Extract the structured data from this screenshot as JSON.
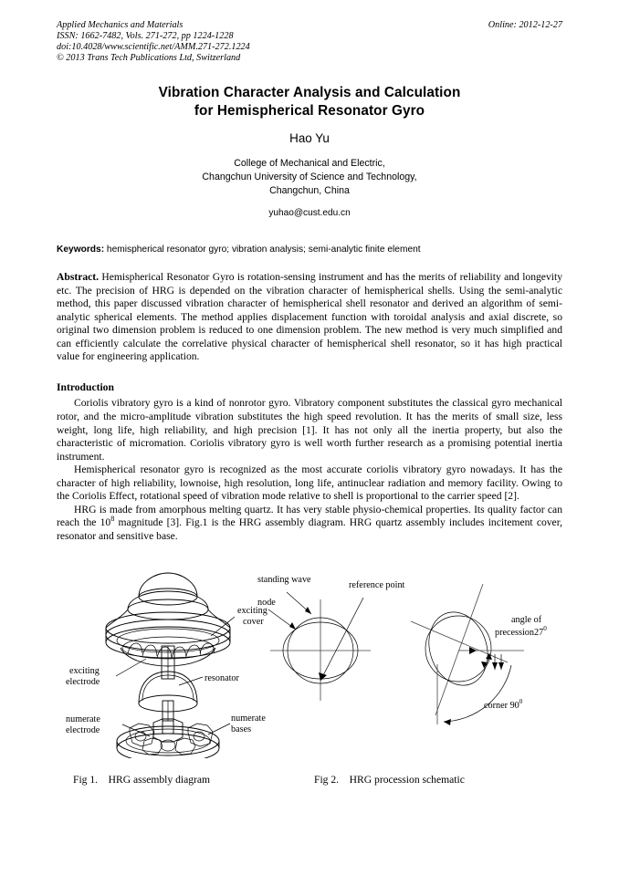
{
  "masthead": {
    "journal": "Applied Mechanics and Materials",
    "issn_line": "ISSN: 1662-7482, Vols. 271-272, pp 1224-1228",
    "doi_line": "doi:10.4028/www.scientific.net/AMM.271-272.1224",
    "copyright_line": "© 2013 Trans Tech Publications Ltd, Switzerland",
    "online": "Online: 2012-12-27"
  },
  "title": {
    "line1": "Vibration Character Analysis and Calculation",
    "line2": "for Hemispherical Resonator Gyro"
  },
  "author": "Hao Yu",
  "affiliation": {
    "line1": "College of Mechanical and Electric,",
    "line2": "Changchun University of Science and Technology,",
    "line3": "Changchun, China"
  },
  "email": "yuhao@cust.edu.cn",
  "keywords": {
    "label": "Keywords:",
    "text": " hemispherical resonator gyro; vibration analysis; semi-analytic finite element"
  },
  "abstract": {
    "label": "Abstract.",
    "text": " Hemispherical Resonator Gyro is rotation-sensing instrument and has the merits of reliability and longevity etc. The precision of HRG is depended on the vibration character of hemispherical shells. Using the semi-analytic method, this paper discussed vibration character of hemispherical shell resonator and derived an algorithm of semi-analytic spherical elements. The method applies displacement function with toroidal analysis and axial discrete, so original two dimension problem is reduced to one dimension problem. The new method is very much simplified and can efficiently calculate the correlative physical character of hemispherical shell resonator, so it has high practical value for engineering application."
  },
  "introduction": {
    "heading": "Introduction",
    "paragraph1": "Coriolis vibratory gyro is a kind of nonrotor gyro. Vibratory component substitutes the classical gyro mechanical rotor, and the micro-amplitude vibration substitutes the high speed revolution. It has the merits of small size, less weight, long life, high reliability, and high precision [1]. It has not only all the inertia property, but also the characteristic of micromation. Coriolis vibratory gyro is well worth further research as a promising potential inertia instrument.",
    "paragraph2": "Hemispherical resonator gyro is recognized as the most accurate coriolis vibratory gyro nowadays. It has the character of high reliability, lownoise, high resolution, long life, antinuclear radiation and memory facility. Owing to the Coriolis Effect, rotational speed of vibration mode relative to shell is proportional to the carrier speed [2].",
    "paragraph3_a": "HRG is made from amorphous melting quartz. It has very stable physio-chemical properties. Its quality factor can reach the 10",
    "paragraph3_sup": "8",
    "paragraph3_b": " magnitude [3]. Fig.1 is the HRG assembly diagram. HRG quartz assembly includes incitement cover, resonator and sensitive base."
  },
  "figure1": {
    "caption": "Fig 1.    HRG assembly diagram",
    "labels": {
      "exciting_cover_l1": "exciting",
      "exciting_cover_l2": "cover",
      "exciting_electrode_l1": "exciting",
      "exciting_electrode_l2": "electrode",
      "resonator": "resonator",
      "numerate_electrode_l1": "numerate",
      "numerate_electrode_l2": "electrode",
      "numerate_bases_l1": "numerate",
      "numerate_bases_l2": "bases"
    }
  },
  "figure2": {
    "caption": "Fig 2.    HRG procession schematic",
    "labels": {
      "standing_wave": "standing wave",
      "node": "node",
      "reference_point": "reference point",
      "angle_of": "angle of",
      "precession": "precession",
      "precession_value": "27",
      "precession_unit": "0",
      "corner": "corner 90",
      "corner_unit": "0"
    }
  }
}
